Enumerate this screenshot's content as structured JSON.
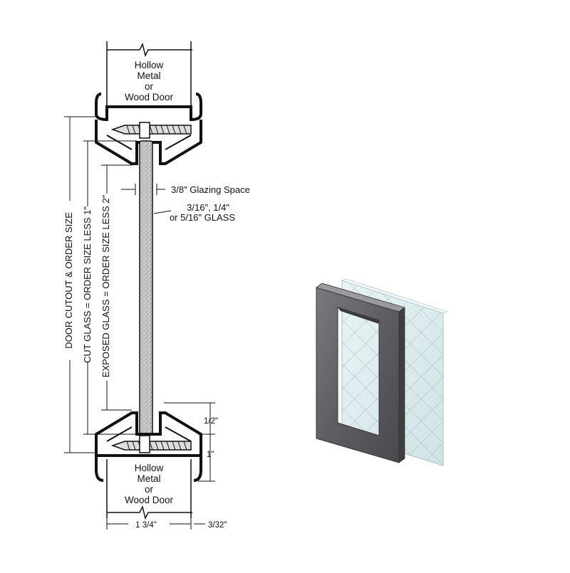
{
  "door_labels": {
    "top": [
      "Hollow",
      "Metal",
      "or",
      "Wood Door"
    ],
    "bottom": [
      "Hollow",
      "Metal",
      "or",
      "Wood Door"
    ]
  },
  "callouts": {
    "glazing_space": "3/8\" Glazing Space",
    "glass_line1": "3/16\", 1/4\"",
    "glass_line2": "or 5/16\" GLASS"
  },
  "vertical_dims": {
    "door_cutout": "DOOR CUTOUT & ORDER SIZE",
    "cut_glass": "CUT GLASS = ORDER SIZE LESS 1\"",
    "exposed_glass": "EXPOSED GLASS = ORDER SIZE LESS 2\""
  },
  "right_dims": {
    "half_inch": "1/2\"",
    "one_inch": "1\""
  },
  "bottom_dims": {
    "width": "1 3/4\"",
    "gap": "3/32\""
  },
  "colors": {
    "frame": "#5e5e62",
    "frame_light": "#8a8a8e",
    "glass": "#dceef0",
    "line": "#111111"
  },
  "icons": [
    "screw-icon",
    "wired-glass-icon"
  ]
}
